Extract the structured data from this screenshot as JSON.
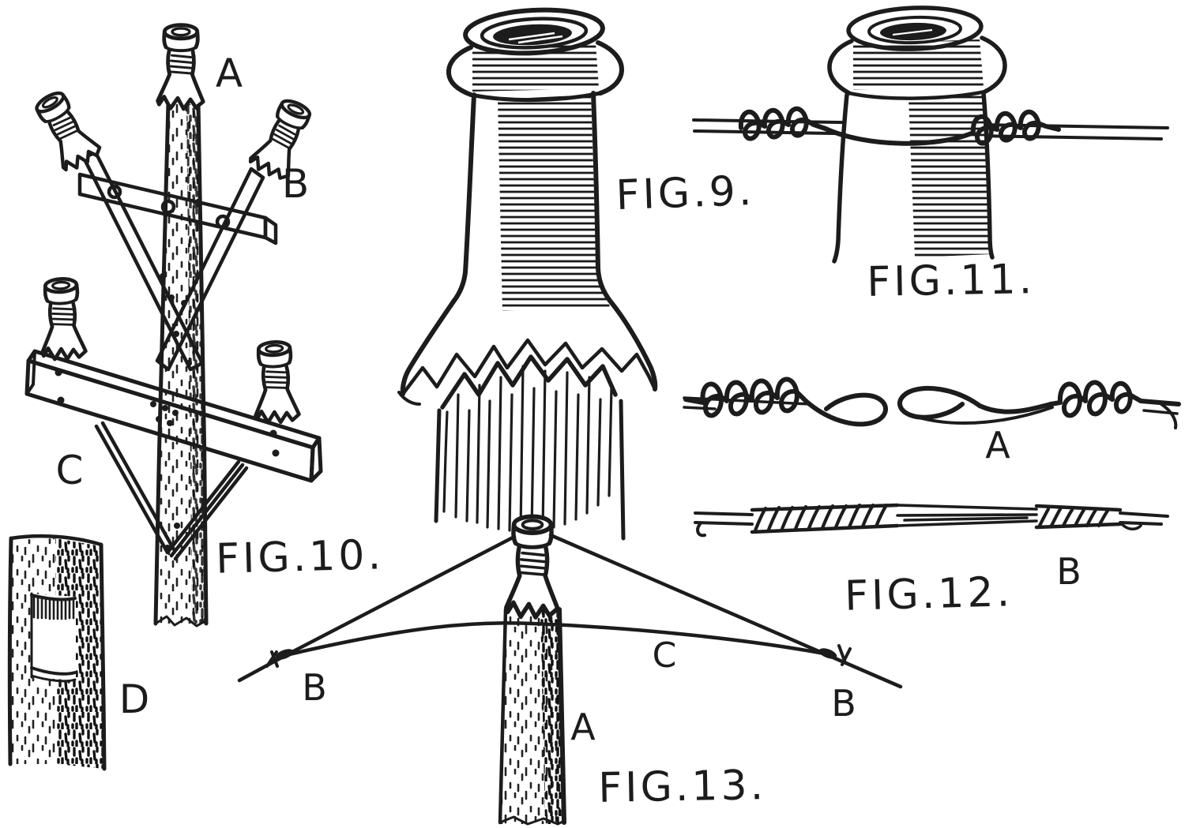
{
  "page": {
    "background_color": "#ffffff",
    "ink_color": "#1c1c1c"
  },
  "figures": {
    "fig9": {
      "caption": "FIG.9."
    },
    "fig10": {
      "caption": "FIG.10.",
      "label_a": "A",
      "label_b": "B",
      "label_c": "C",
      "label_d": "D"
    },
    "fig11": {
      "caption": "FIG.11."
    },
    "fig12": {
      "caption": "FIG.12.",
      "label_a": "A",
      "label_b": "B"
    },
    "fig13": {
      "caption": "FIG.13.",
      "label_a": "A",
      "label_b_left": "B",
      "label_b_right": "B",
      "label_c": "C"
    }
  }
}
